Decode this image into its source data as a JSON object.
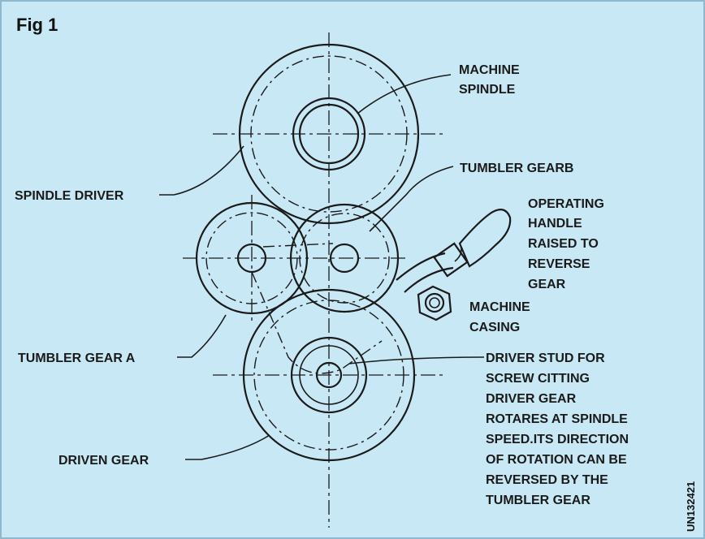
{
  "figure": {
    "title": "Fig 1",
    "code": "UN132421",
    "colors": {
      "background": "#c9e8f6",
      "ink": "#1a1a1a"
    }
  },
  "labels": {
    "machine_spindle": [
      "MACHINE",
      "SPINDLE"
    ],
    "tumbler_gear_b": "TUMBLER GEARB",
    "spindle_driver": "SPINDLE DRIVER",
    "operating_handle": [
      "OPERATING",
      "HANDLE",
      "RAISED TO",
      "REVERSE",
      "GEAR"
    ],
    "machine_casing": [
      "MACHINE",
      "CASING"
    ],
    "tumbler_gear_a": "TUMBLER GEAR A",
    "driver_stud": [
      "DRIVER STUD FOR",
      "SCREW CITTING",
      "DRIVER GEAR",
      "ROTARES AT SPINDLE",
      "SPEED.ITS DIRECTION",
      "OF ROTATION CAN BE",
      "REVERSED BY THE",
      "TUMBLER GEAR"
    ],
    "driven_gear": "DRIVEN GEAR"
  }
}
